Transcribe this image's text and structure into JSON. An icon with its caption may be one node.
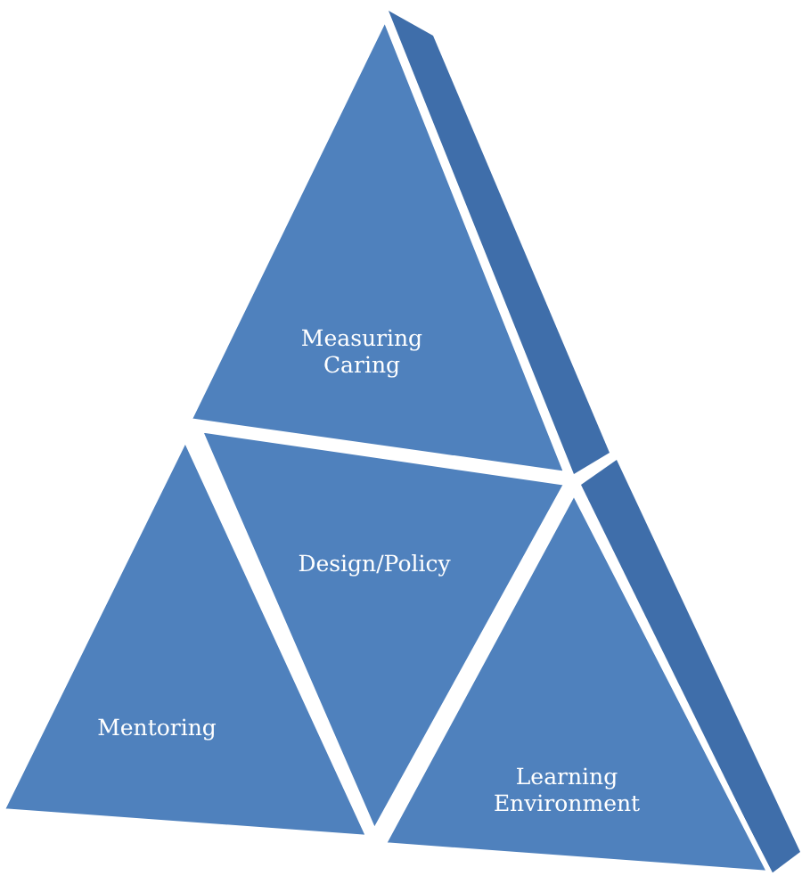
{
  "diagram": {
    "nodes": [
      {
        "text": [
          "Measuring Caring"
        ]
      },
      {
        "text": [
          "Design/Policy"
        ]
      },
      {
        "text": [
          "Mentoring"
        ]
      },
      {
        "text": [
          "Learning Environment"
        ]
      }
    ]
  }
}
